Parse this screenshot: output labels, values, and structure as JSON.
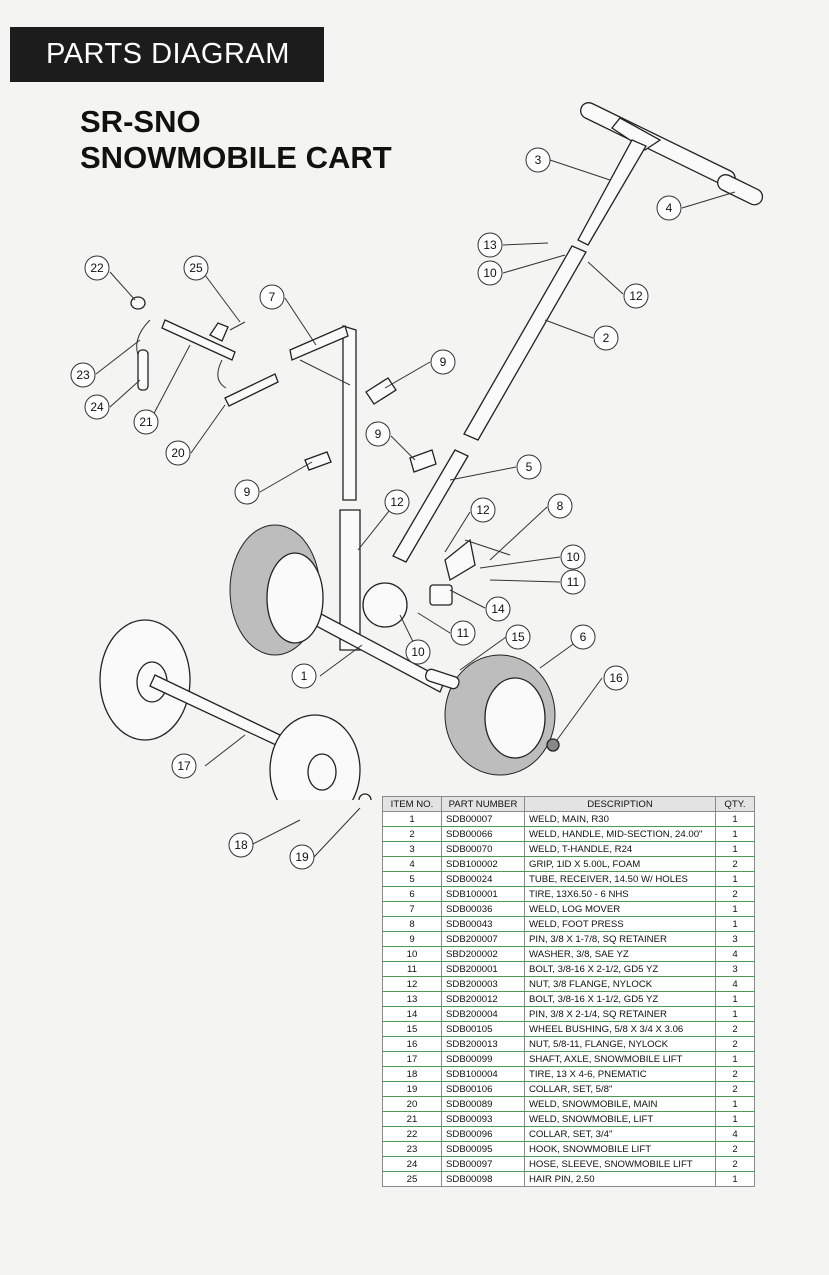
{
  "header": {
    "label": "PARTS DIAGRAM"
  },
  "title": {
    "line1": "SR-SNO",
    "line2": "SNOWMOBILE CART"
  },
  "callouts": [
    "3",
    "4",
    "13",
    "10",
    "12",
    "2",
    "22",
    "25",
    "7",
    "9",
    "23",
    "21",
    "24",
    "20",
    "9",
    "5",
    "9",
    "12",
    "8",
    "10",
    "11",
    "14",
    "11",
    "10",
    "15",
    "6",
    "1",
    "16",
    "17",
    "18",
    "19"
  ],
  "table": {
    "headers": [
      "ITEM NO.",
      "PART NUMBER",
      "DESCRIPTION",
      "QTY."
    ],
    "rows": [
      [
        "1",
        "SDB00007",
        "WELD, MAIN, R30",
        "1"
      ],
      [
        "2",
        "SDB00066",
        "WELD, HANDLE, MID-SECTION, 24.00\"",
        "1"
      ],
      [
        "3",
        "SDB00070",
        "WELD, T-HANDLE, R24",
        "1"
      ],
      [
        "4",
        "SDB100002",
        "GRIP, 1ID X 5.00L, FOAM",
        "2"
      ],
      [
        "5",
        "SDB00024",
        "TUBE, RECEIVER, 14.50 W/ HOLES",
        "1"
      ],
      [
        "6",
        "SDB100001",
        "TIRE, 13X6.50 - 6 NHS",
        "2"
      ],
      [
        "7",
        "SDB00036",
        "WELD, LOG MOVER",
        "1"
      ],
      [
        "8",
        "SDB00043",
        "WELD, FOOT PRESS",
        "1"
      ],
      [
        "9",
        "SDB200007",
        "PIN, 3/8 X 1-7/8, SQ RETAINER",
        "3"
      ],
      [
        "10",
        "SBD200002",
        "WASHER, 3/8, SAE YZ",
        "4"
      ],
      [
        "11",
        "SDB200001",
        "BOLT, 3/8-16 X 2-1/2, GD5 YZ",
        "3"
      ],
      [
        "12",
        "SDB200003",
        "NUT, 3/8 FLANGE, NYLOCK",
        "4"
      ],
      [
        "13",
        "SDB200012",
        "BOLT, 3/8-16 X 1-1/2, GD5 YZ",
        "1"
      ],
      [
        "14",
        "SDB200004",
        "PIN, 3/8 X 2-1/4, SQ RETAINER",
        "1"
      ],
      [
        "15",
        "SDB00105",
        "WHEEL BUSHING, 5/8 X 3/4 X 3.06",
        "2"
      ],
      [
        "16",
        "SDB200013",
        "NUT, 5/8-11, FLANGE, NYLOCK",
        "2"
      ],
      [
        "17",
        "SDB00099",
        "SHAFT, AXLE, SNOWMOBILE LIFT",
        "1"
      ],
      [
        "18",
        "SDB100004",
        "TIRE, 13 X 4-6, PNEMATIC",
        "2"
      ],
      [
        "19",
        "SDB00106",
        "COLLAR, SET,  5/8\"",
        "2"
      ],
      [
        "20",
        "SDB00089",
        "WELD, SNOWMOBILE, MAIN",
        "1"
      ],
      [
        "21",
        "SDB00093",
        "WELD, SNOWMOBILE, LIFT",
        "1"
      ],
      [
        "22",
        "SDB00096",
        "COLLAR, SET,  3/4\"",
        "4"
      ],
      [
        "23",
        "SDB00095",
        "HOOK, SNOWMOBILE LIFT",
        "2"
      ],
      [
        "24",
        "SDB00097",
        "HOSE, SLEEVE, SNOWMOBILE LIFT",
        "2"
      ],
      [
        "25",
        "SDB00098",
        "HAIR PIN, 2.50",
        "1"
      ]
    ]
  }
}
